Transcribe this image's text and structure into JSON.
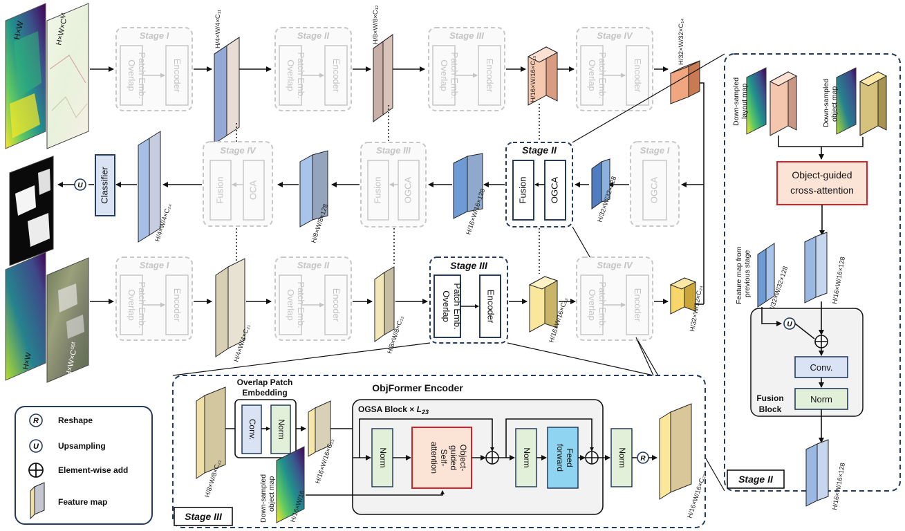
{
  "inputs": {
    "layout_label_hw": "H×W",
    "layout_label_hwc": "H×W×C",
    "layout_label_sup": "lyt",
    "optical_label_hw": "H×W",
    "optical_label_hwc": "H×W×C",
    "optical_label_sup": "opt"
  },
  "stage_names": {
    "i": "Stage I",
    "ii": "Stage II",
    "iii": "Stage III",
    "iv": "Stage IV"
  },
  "blocks": {
    "overlap_line1": "Overlap",
    "overlap_line2": "Patch Emb.",
    "encoder": "Encoder",
    "fusion": "Fusion",
    "oca": "OCA",
    "ogca": "OGCA",
    "classifier": "Classifier"
  },
  "feature_dims": {
    "top_c11": "H/4×W/4×C₁₁",
    "top_c12": "H/8×W/8×C₁₂",
    "top_c13": "H/16×W/16×C₁₃",
    "top_c14": "H/32×W/32×C₁₄",
    "mid_c24": "H/4×W/4×C₂₄",
    "mid_8_128": "H/8×W/8×128",
    "mid_16_128": "H/16×W/16×128",
    "mid_32_128": "H/32×W/32×128",
    "bot_c21": "H/4×W/4×C₂₁",
    "bot_c22": "H/8×W/8×C₂₂",
    "bot_c23": "H/16×W/16×C₂₃",
    "bot_c24": "H/32×W/32×C₂₄"
  },
  "upsampling_symbol": "U",
  "reshape_symbol": "R",
  "right_panel": {
    "layout_map_label_1": "Down-sampled",
    "layout_map_label_2": "layout map",
    "object_map_label_1": "Down-sampled",
    "object_map_label_2": "object map",
    "cross_attention_1": "Object-guided",
    "cross_attention_2": "cross-attention",
    "prev_stage_1": "Feature map from",
    "prev_stage_2": "previous stage",
    "dim_prev": "H/32×W/32×128",
    "dim_cur": "H/16×W/16×128",
    "dim_out": "H/16×W/16×128",
    "conv": "Conv.",
    "norm": "Norm",
    "fusion_block_1": "Fusion",
    "fusion_block_2": "Block",
    "tag": "Stage II"
  },
  "encoder_panel": {
    "title": "ObjFormer Encoder",
    "patch_embedding_1": "Overlap Patch",
    "patch_embedding_2": "Embedding",
    "conv": "Conv.",
    "norm": "Norm",
    "ogsa_block": "OGSA Block × ",
    "ogsa_sub": "L",
    "ogsa_sub_index": "23",
    "norm1": "Norm",
    "ogsa_1": "Object-",
    "ogsa_2": "guided",
    "ogsa_3": "Self-",
    "ogsa_4": "attention",
    "norm2": "Norm",
    "feed_1": "Feed",
    "feed_2": "forward",
    "norm3": "Norm",
    "dim_in": "H/8×W/8×C₂₂",
    "dim_mid": "H/16×W/16×C₂₃",
    "dim_out": "H/16×W/16×C₂₃",
    "dim_obj": "H/16×W/16",
    "obj_label_1": "Down-sampled",
    "obj_label_2": "object map",
    "tag": "Stage III"
  },
  "legend": {
    "reshape": "Reshape",
    "upsampling": "Upsampling",
    "add": "Element-wise add",
    "feature_map": "Feature map",
    "r": "R",
    "u": "U"
  },
  "colors": {
    "red_border": "#d6212a",
    "cross_attention_fill": "#fbe3d6",
    "conv_fill": "#dae3f3",
    "norm_fill": "#e2f0d9",
    "feed_forward_fill": "#8fd4f0",
    "navy": "#243a5e"
  }
}
